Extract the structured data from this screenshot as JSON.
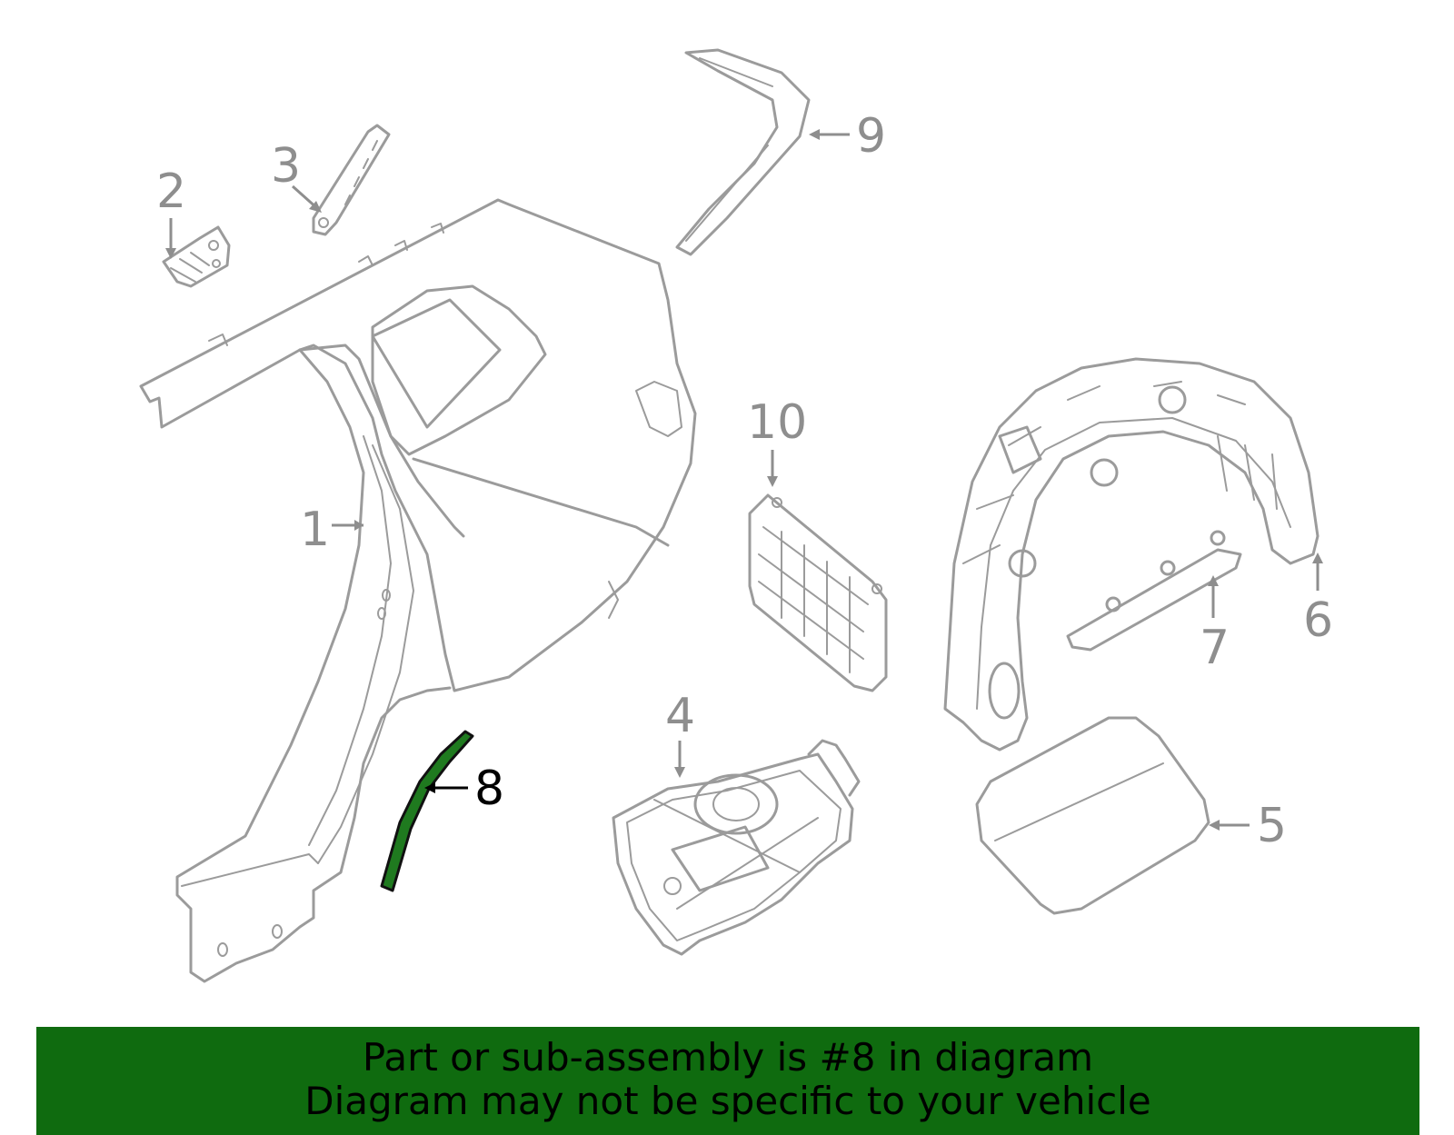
{
  "diagram": {
    "callouts": [
      "1",
      "2",
      "3",
      "4",
      "5",
      "6",
      "7",
      "8",
      "9",
      "10"
    ],
    "highlighted_callout": "8",
    "highlight_color": "#1f7a1f",
    "part_line_color": "#9b9b9b",
    "callout_color": "#8e8e8e"
  },
  "banner": {
    "line1": "Part or sub-assembly is #8 in diagram",
    "line2": "Diagram may not be specific to your vehicle",
    "background_color": "#0f6b0f"
  }
}
